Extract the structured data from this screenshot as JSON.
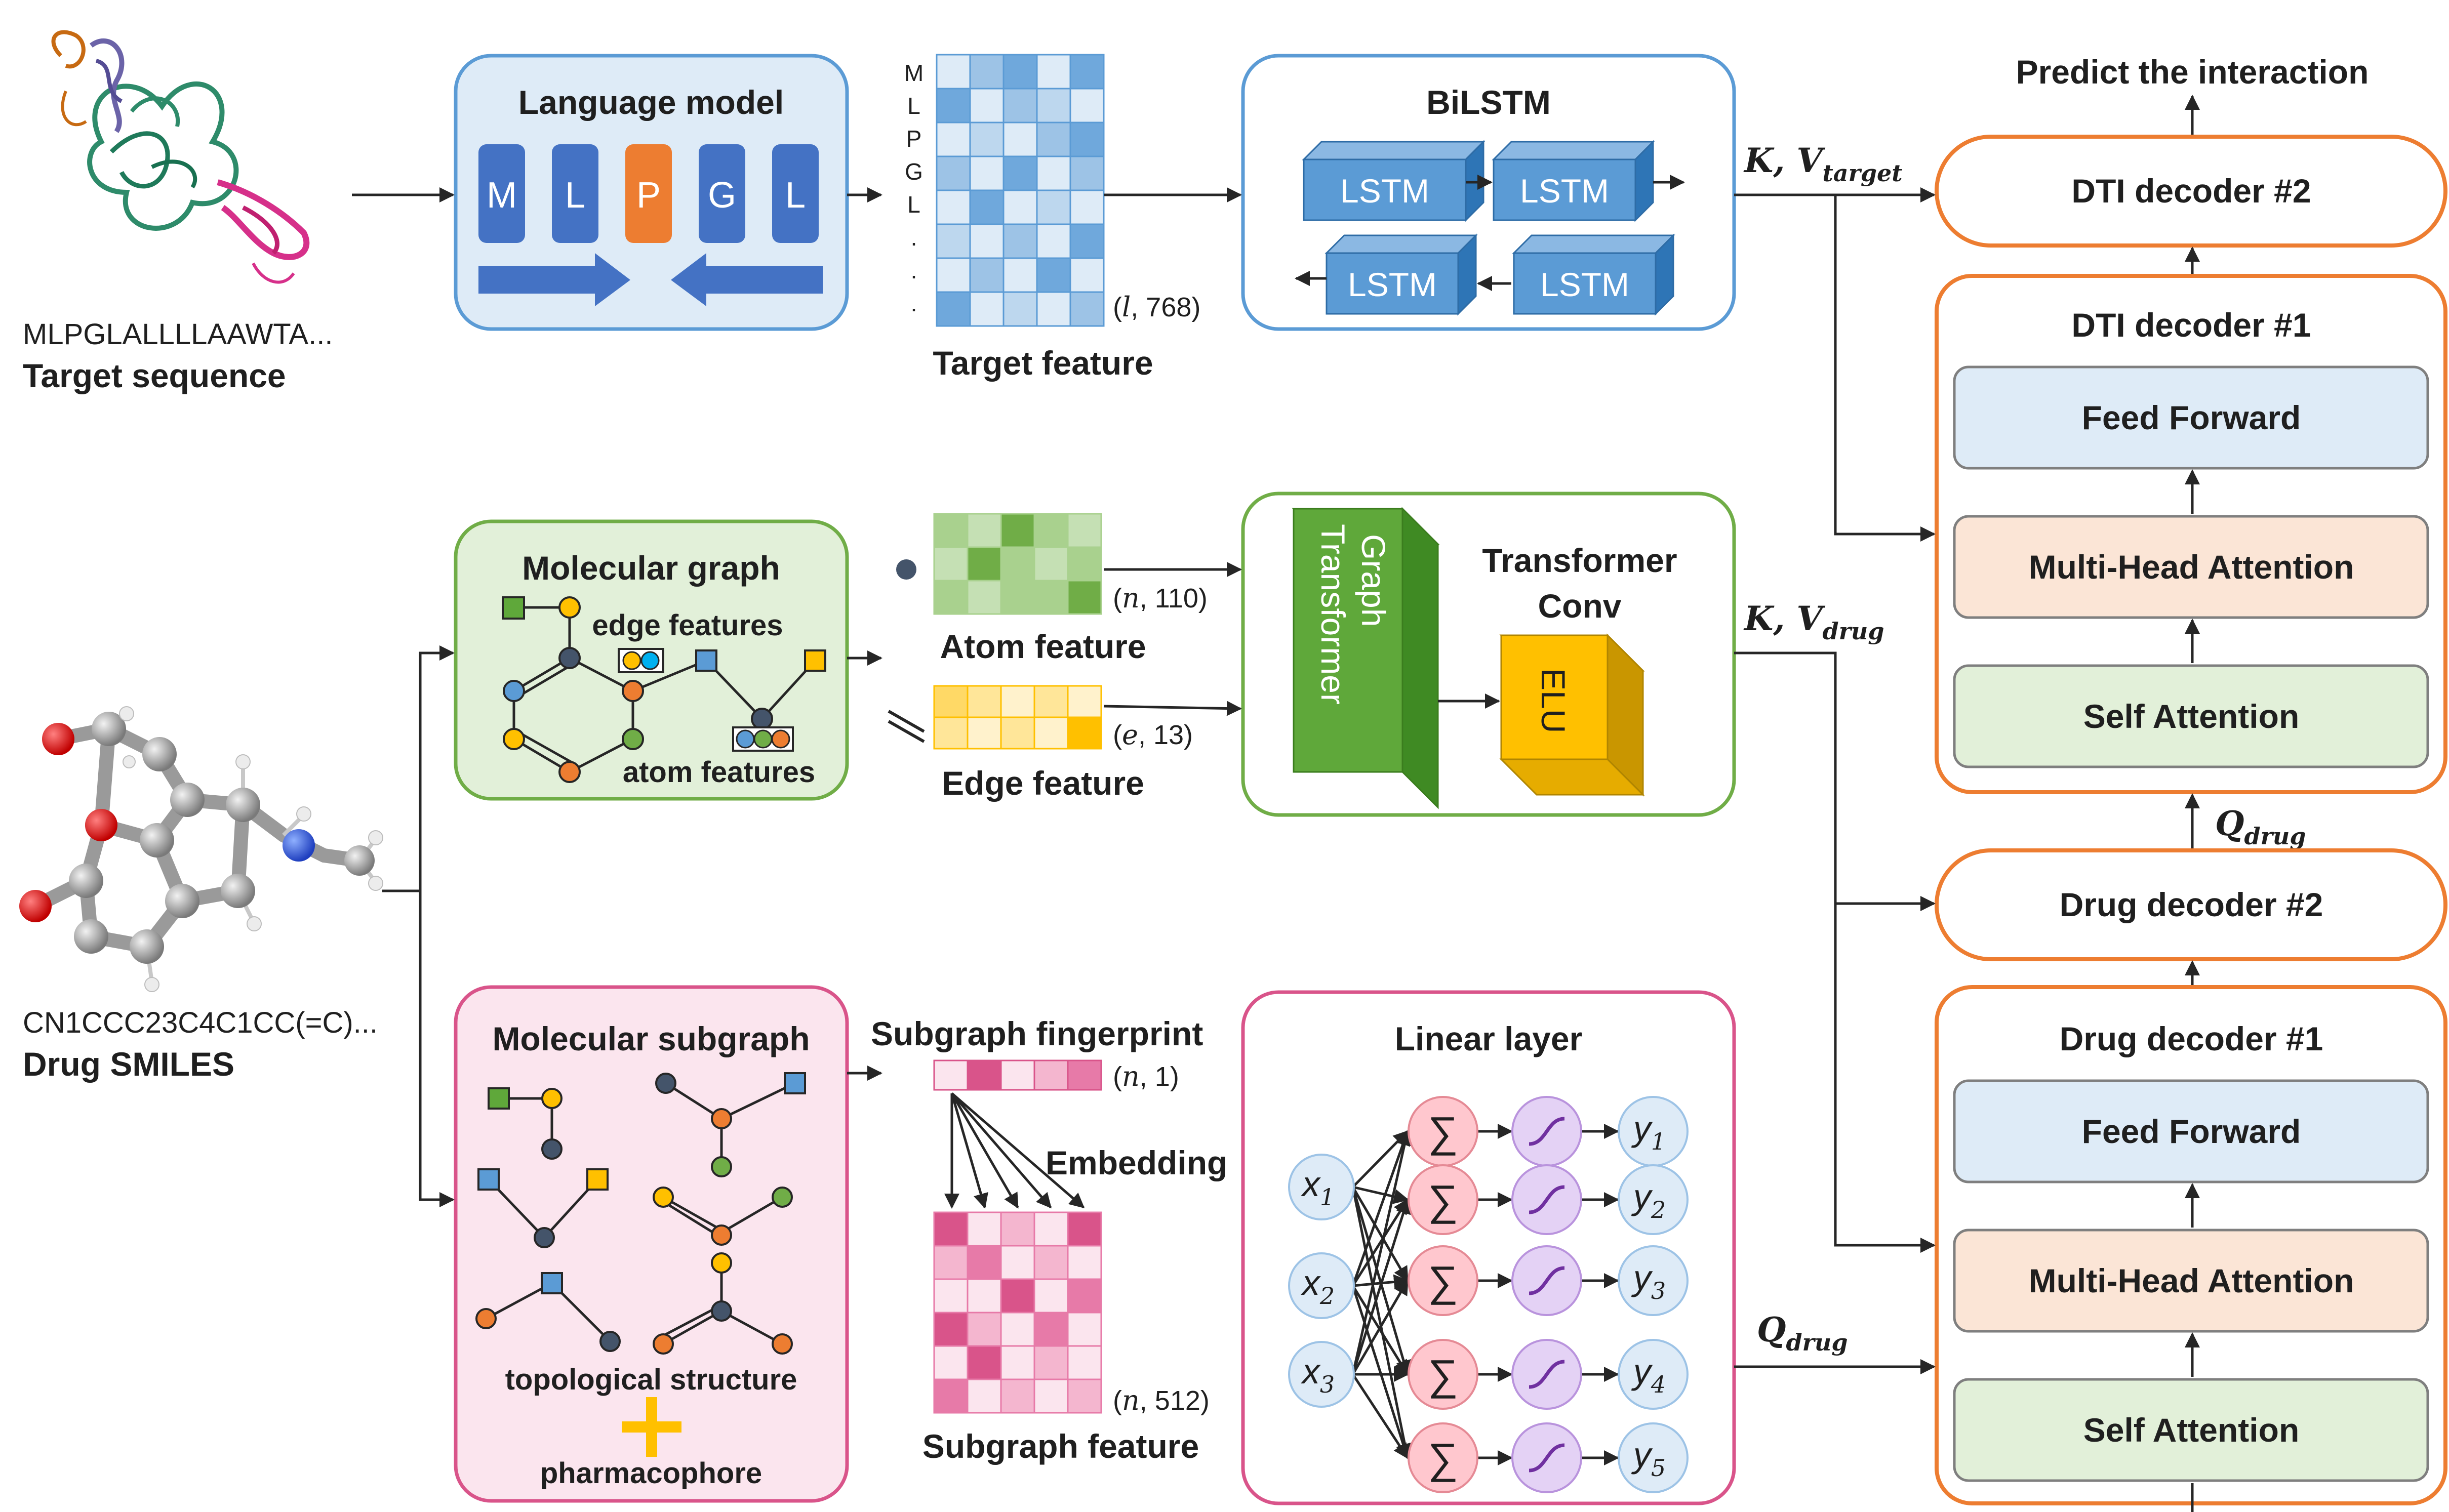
{
  "colors": {
    "orange": "#ED7D31",
    "blue_border": "#5B9BD5",
    "blue_fill": "#DEEBF7",
    "green_border": "#70AD47",
    "green_fill": "#E2F0D9",
    "pink_border": "#D9548A",
    "pink_fill": "#FBE5EE",
    "token_blue": "#4472C4",
    "lstm_blue": "#5B9BD5",
    "graph_green": "#5FA83A",
    "elu_yellow": "#FFC000",
    "ff_fill": "#DEEBF7",
    "mha_fill": "#FBE5D6",
    "sa_fill": "#E2F0D9"
  },
  "icons": {
    "protein": "protein-structure-icon",
    "molecule": "molecule-3d-icon",
    "plus": "plus-icon"
  },
  "target": {
    "sequence": "MLPGLALLLLAAWTA...",
    "label": "Target sequence"
  },
  "drug": {
    "smiles": "CN1CCC23C4C1CC(=C)...",
    "label": "Drug SMILES"
  },
  "language_model": {
    "title": "Language model",
    "tokens": [
      "M",
      "L",
      "P",
      "G",
      "L"
    ]
  },
  "target_feature": {
    "row_labels": [
      "M",
      "L",
      "P",
      "G",
      "L",
      ".",
      ".",
      "."
    ],
    "dim_l": "l",
    "dim_v": "768",
    "label": "Target feature"
  },
  "bilstm": {
    "title": "BiLSTM",
    "cells": [
      "LSTM",
      "LSTM",
      "LSTM",
      "LSTM"
    ]
  },
  "molecular_graph": {
    "title": "Molecular graph",
    "edge_label": "edge features",
    "atom_label": "atom features"
  },
  "atom_feature": {
    "dim_l": "n",
    "dim_v": "110",
    "label": "Atom feature"
  },
  "edge_feature": {
    "dim_l": "e",
    "dim_v": "13",
    "label": "Edge feature"
  },
  "graph_transformer": {
    "label_1": "Graph",
    "label_2": "Transformer",
    "conv_1": "Transformer",
    "conv_2": "Conv",
    "elu": "ELU"
  },
  "molecular_subgraph": {
    "title": "Molecular subgraph",
    "topo_label": "topological structure",
    "pharm_label": "pharmacophore"
  },
  "subgraph_fingerprint": {
    "label": "Subgraph fingerprint",
    "dim_l": "n",
    "dim_v": "1",
    "embedding_label": "Embedding"
  },
  "subgraph_feature": {
    "label": "Subgraph feature",
    "dim_l": "n",
    "dim_v": "512"
  },
  "linear_layer": {
    "title": "Linear layer",
    "inputs": [
      "1",
      "2",
      "3"
    ],
    "outputs": [
      "1",
      "2",
      "3",
      "4",
      "5"
    ],
    "input_var": "x",
    "output_var": "y",
    "sum_symbol": "∑"
  },
  "kv_target": {
    "main": "K, V",
    "sub": "target"
  },
  "kv_drug": {
    "main": "K, V",
    "sub": "drug"
  },
  "q_drug_top": {
    "main": "Q",
    "sub": "drug"
  },
  "q_drug_bottom": {
    "main": "Q",
    "sub": "drug"
  },
  "predict_label": "Predict the interaction",
  "dti_decoder_2": "DTI decoder #2",
  "dti_decoder_1": {
    "title": "DTI decoder #1",
    "feed_forward": "Feed Forward",
    "mha": "Multi-Head Attention",
    "self_attention": "Self Attention"
  },
  "drug_decoder_2": "Drug decoder #2",
  "drug_decoder_1": {
    "title": "Drug decoder #1",
    "feed_forward": "Feed Forward",
    "mha": "Multi-Head Attention",
    "self_attention": "Self Attention"
  }
}
